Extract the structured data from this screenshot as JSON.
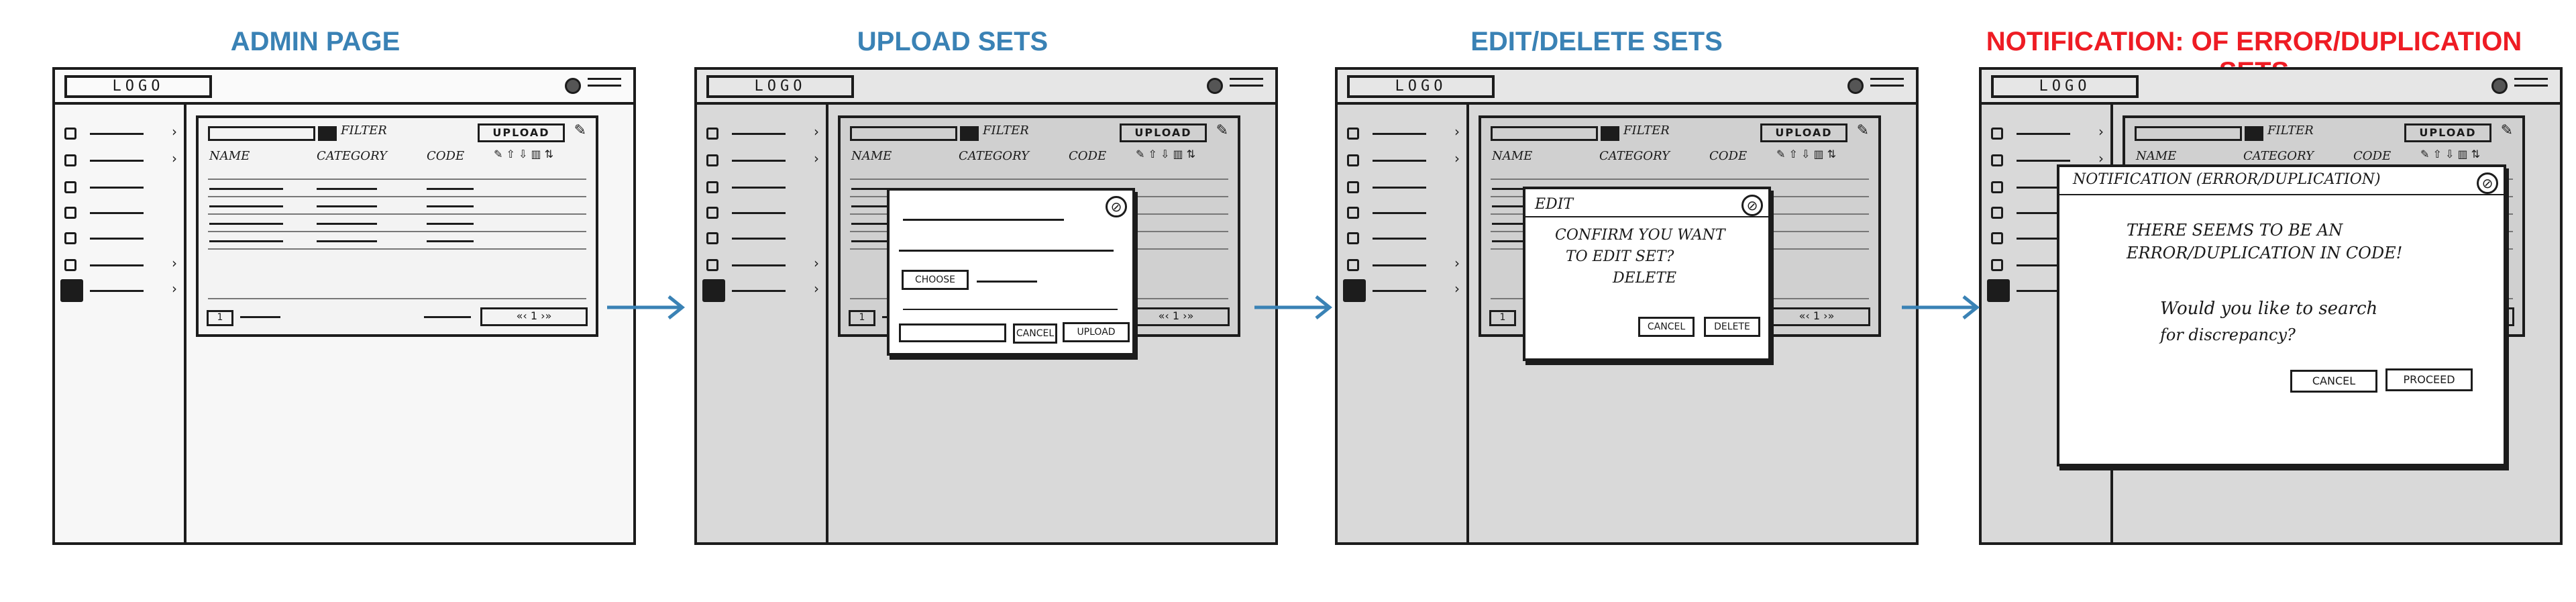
{
  "headings": [
    {
      "label": "ADMIN PAGE",
      "color": "#3a82b5"
    },
    {
      "label": "UPLOAD SETS",
      "color": "#3a82b5"
    },
    {
      "label": "EDIT/DELETE SETS",
      "color": "#3a82b5"
    },
    {
      "label": "NOTIFICATION: OF ERROR/DUPLICATION SETS",
      "color": "#ee1c24"
    }
  ],
  "wireframe": {
    "logo": "LOGO",
    "filter_label": "FILTER",
    "upload_button": "UPLOAD",
    "columns": {
      "name": "NAME",
      "category": "CATEGORY",
      "code": "CODE"
    },
    "pager_prev": "1",
    "pager_right": "«‹ 1 ›»"
  },
  "upload_modal": {
    "choose_button": "CHOOSE",
    "cancel_button": "CANCEL",
    "upload_button": "UPLOAD"
  },
  "edit_modal": {
    "title": "EDIT",
    "message_line1": "CONFIRM YOU WANT",
    "message_line2": "TO EDIT SET?",
    "message_line3": "DELETE",
    "cancel_button": "CANCEL",
    "delete_button": "DELETE"
  },
  "notification_modal": {
    "title": "NOTIFICATION (ERROR/DUPLICATION)",
    "message_line1": "THERE SEEMS TO BE AN",
    "message_line2": "ERROR/DUPLICATION IN CODE!",
    "message_line3": "Would you like to search",
    "message_line4": "for discrepancy?",
    "cancel_button": "CANCEL",
    "proceed_button": "PROCEED"
  },
  "colors": {
    "arrow": "#3a82b5",
    "title_blue": "#3a82b5",
    "title_red": "#ee1c24"
  }
}
